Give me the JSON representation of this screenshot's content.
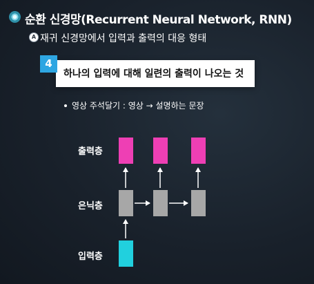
{
  "title": "순환 신경망(Recurrent Neural Network, RNN)",
  "subtitle": "재귀 신경망에서 입력과 출력의 대응 형태",
  "subtitle_marker": "A",
  "card": {
    "number": "4",
    "text": "하나의 입력에 대해 일련의 출력이 나오는 것"
  },
  "example": "영상 주석달기 : 영상 → 설명하는 문장",
  "layers": {
    "output": "출력층",
    "hidden": "은닉층",
    "input": "입력층"
  },
  "colors": {
    "output_node": "#ee3fb4",
    "hidden_node": "#a7a7a7",
    "input_node": "#21d0de",
    "accent": "#2ea6e2"
  }
}
